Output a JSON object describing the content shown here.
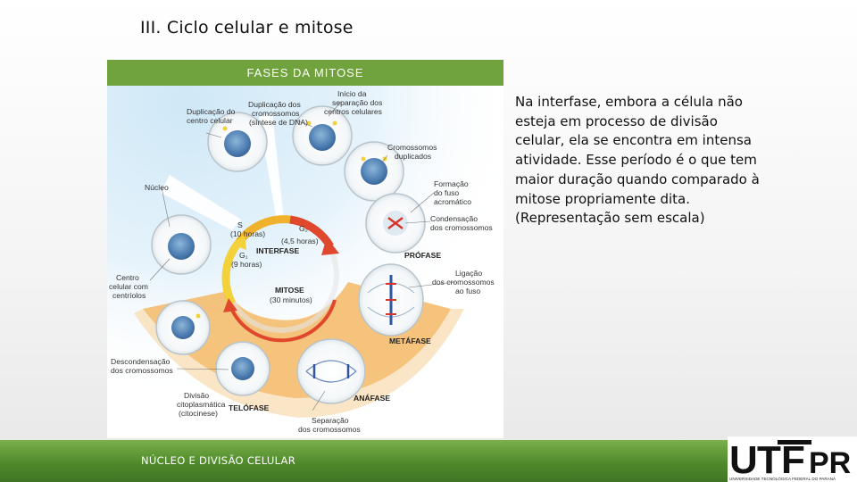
{
  "slide": {
    "title": "III. Ciclo celular e mitose",
    "body_text": "Na interfase, embora a célula não esteja em processo de divisão celular, ela se encontra em intensa atividade. Esse período é o que tem maior duração quando comparado à mitose propriamente dita. (Representação sem escala)",
    "footer_text": "NÚCLEO E DIVISÃO CELULAR"
  },
  "figure": {
    "header": "FASES DA MITOSE",
    "labels": {
      "dup_centro_1": "Duplicação do",
      "dup_centro_2": "centro celular",
      "dup_crom_1": "Duplicação dos",
      "dup_crom_2": "cromossomos",
      "dup_crom_3": "(síntese de DNA)",
      "inicio_1": "Início da",
      "inicio_2": "separação dos",
      "inicio_3": "centros celulares",
      "crom_dup_1": "Cromossomos",
      "crom_dup_2": "duplicados",
      "nucleo": "Núcleo",
      "formacao_1": "Formação",
      "formacao_2": "do fuso",
      "formacao_3": "acromático",
      "condensacao_1": "Condensação",
      "condensacao_2": "dos cromossomos",
      "centro_cel_1": "Centro",
      "centro_cel_2": "celular com",
      "centro_cel_3": "centríolos",
      "ligacao_1": "Ligação",
      "ligacao_2": "dos cromossomos",
      "ligacao_3": "ao fuso",
      "descond_1": "Descondensação",
      "descond_2": "dos cromossomos",
      "divisao_1": "Divisão",
      "divisao_2": "citoplasmática",
      "divisao_3": "(citocinese)",
      "separacao_1": "Separação",
      "separacao_2": "dos cromossomos",
      "s_phase": "S",
      "s_hours": "(10 horas)",
      "g2_phase": "G₂",
      "g2_hours": "(4,5 horas)",
      "g1_phase": "G₁",
      "g1_hours": "(9 horas)",
      "interfase": "INTERFASE",
      "mitose": "MITOSE",
      "mitose_minutes": "(30 minutos)",
      "profase": "PRÓFASE",
      "metafase": "METÁFASE",
      "anafase": "ANÁFASE",
      "telofase": "TELÓFASE"
    }
  },
  "logo": {
    "text_u": "U",
    "text_t": "T",
    "text_f": "F",
    "text_pr": "PR",
    "subtitle": "UNIVERSIDADE TECNOLÓGICA FEDERAL DO PARANÁ"
  },
  "colors": {
    "header_green": "#70a23d",
    "footer_green": "#4f8a2c",
    "cycle_arrow": "#e0482e",
    "mitosis_band": "#f2b766",
    "interphase_band": "#b9dff3"
  }
}
